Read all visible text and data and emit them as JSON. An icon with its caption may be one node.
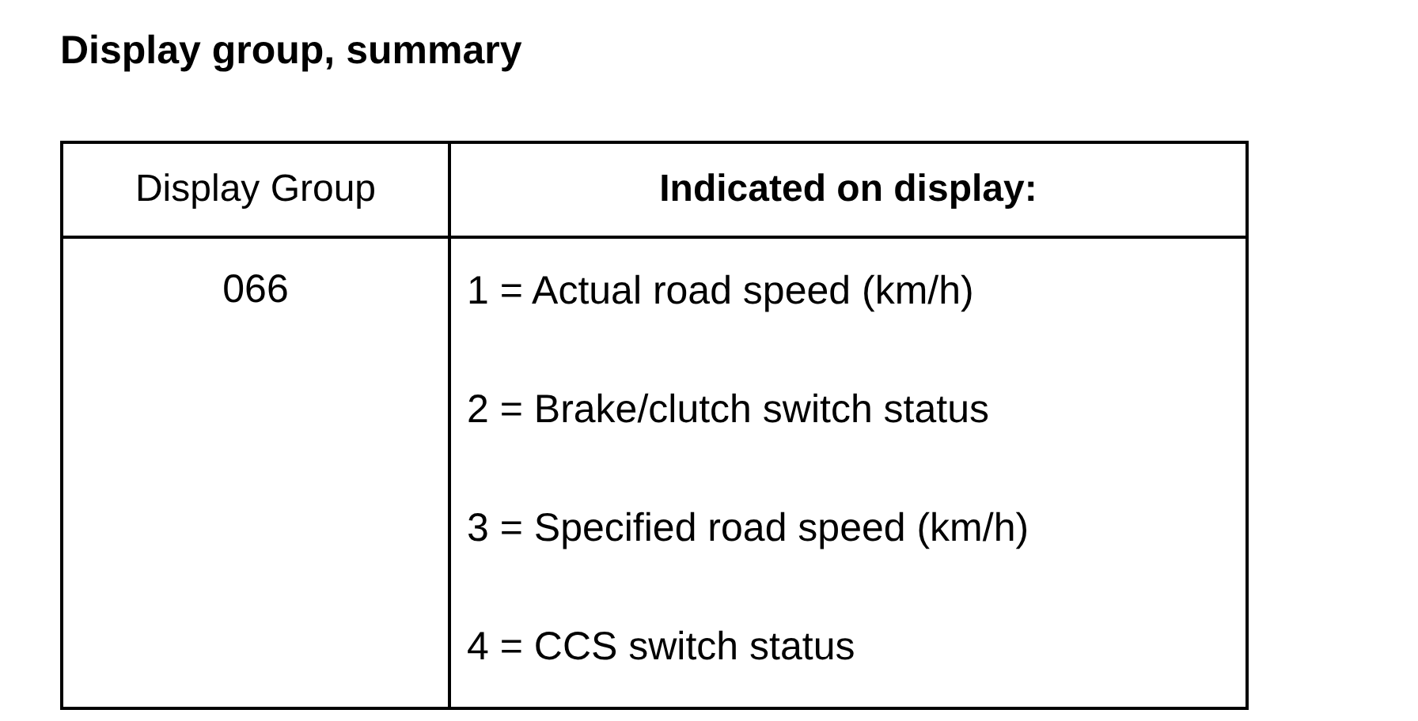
{
  "diagram": {
    "title": "Display group, summary",
    "labels": [
      "Display Group",
      "Indicated on display:",
      "066",
      "1 = Actual road speed (km/h)",
      "2 = Brake/clutch switch status",
      "3 = Specified road speed (km/h)",
      "4 = CCS switch status"
    ]
  }
}
